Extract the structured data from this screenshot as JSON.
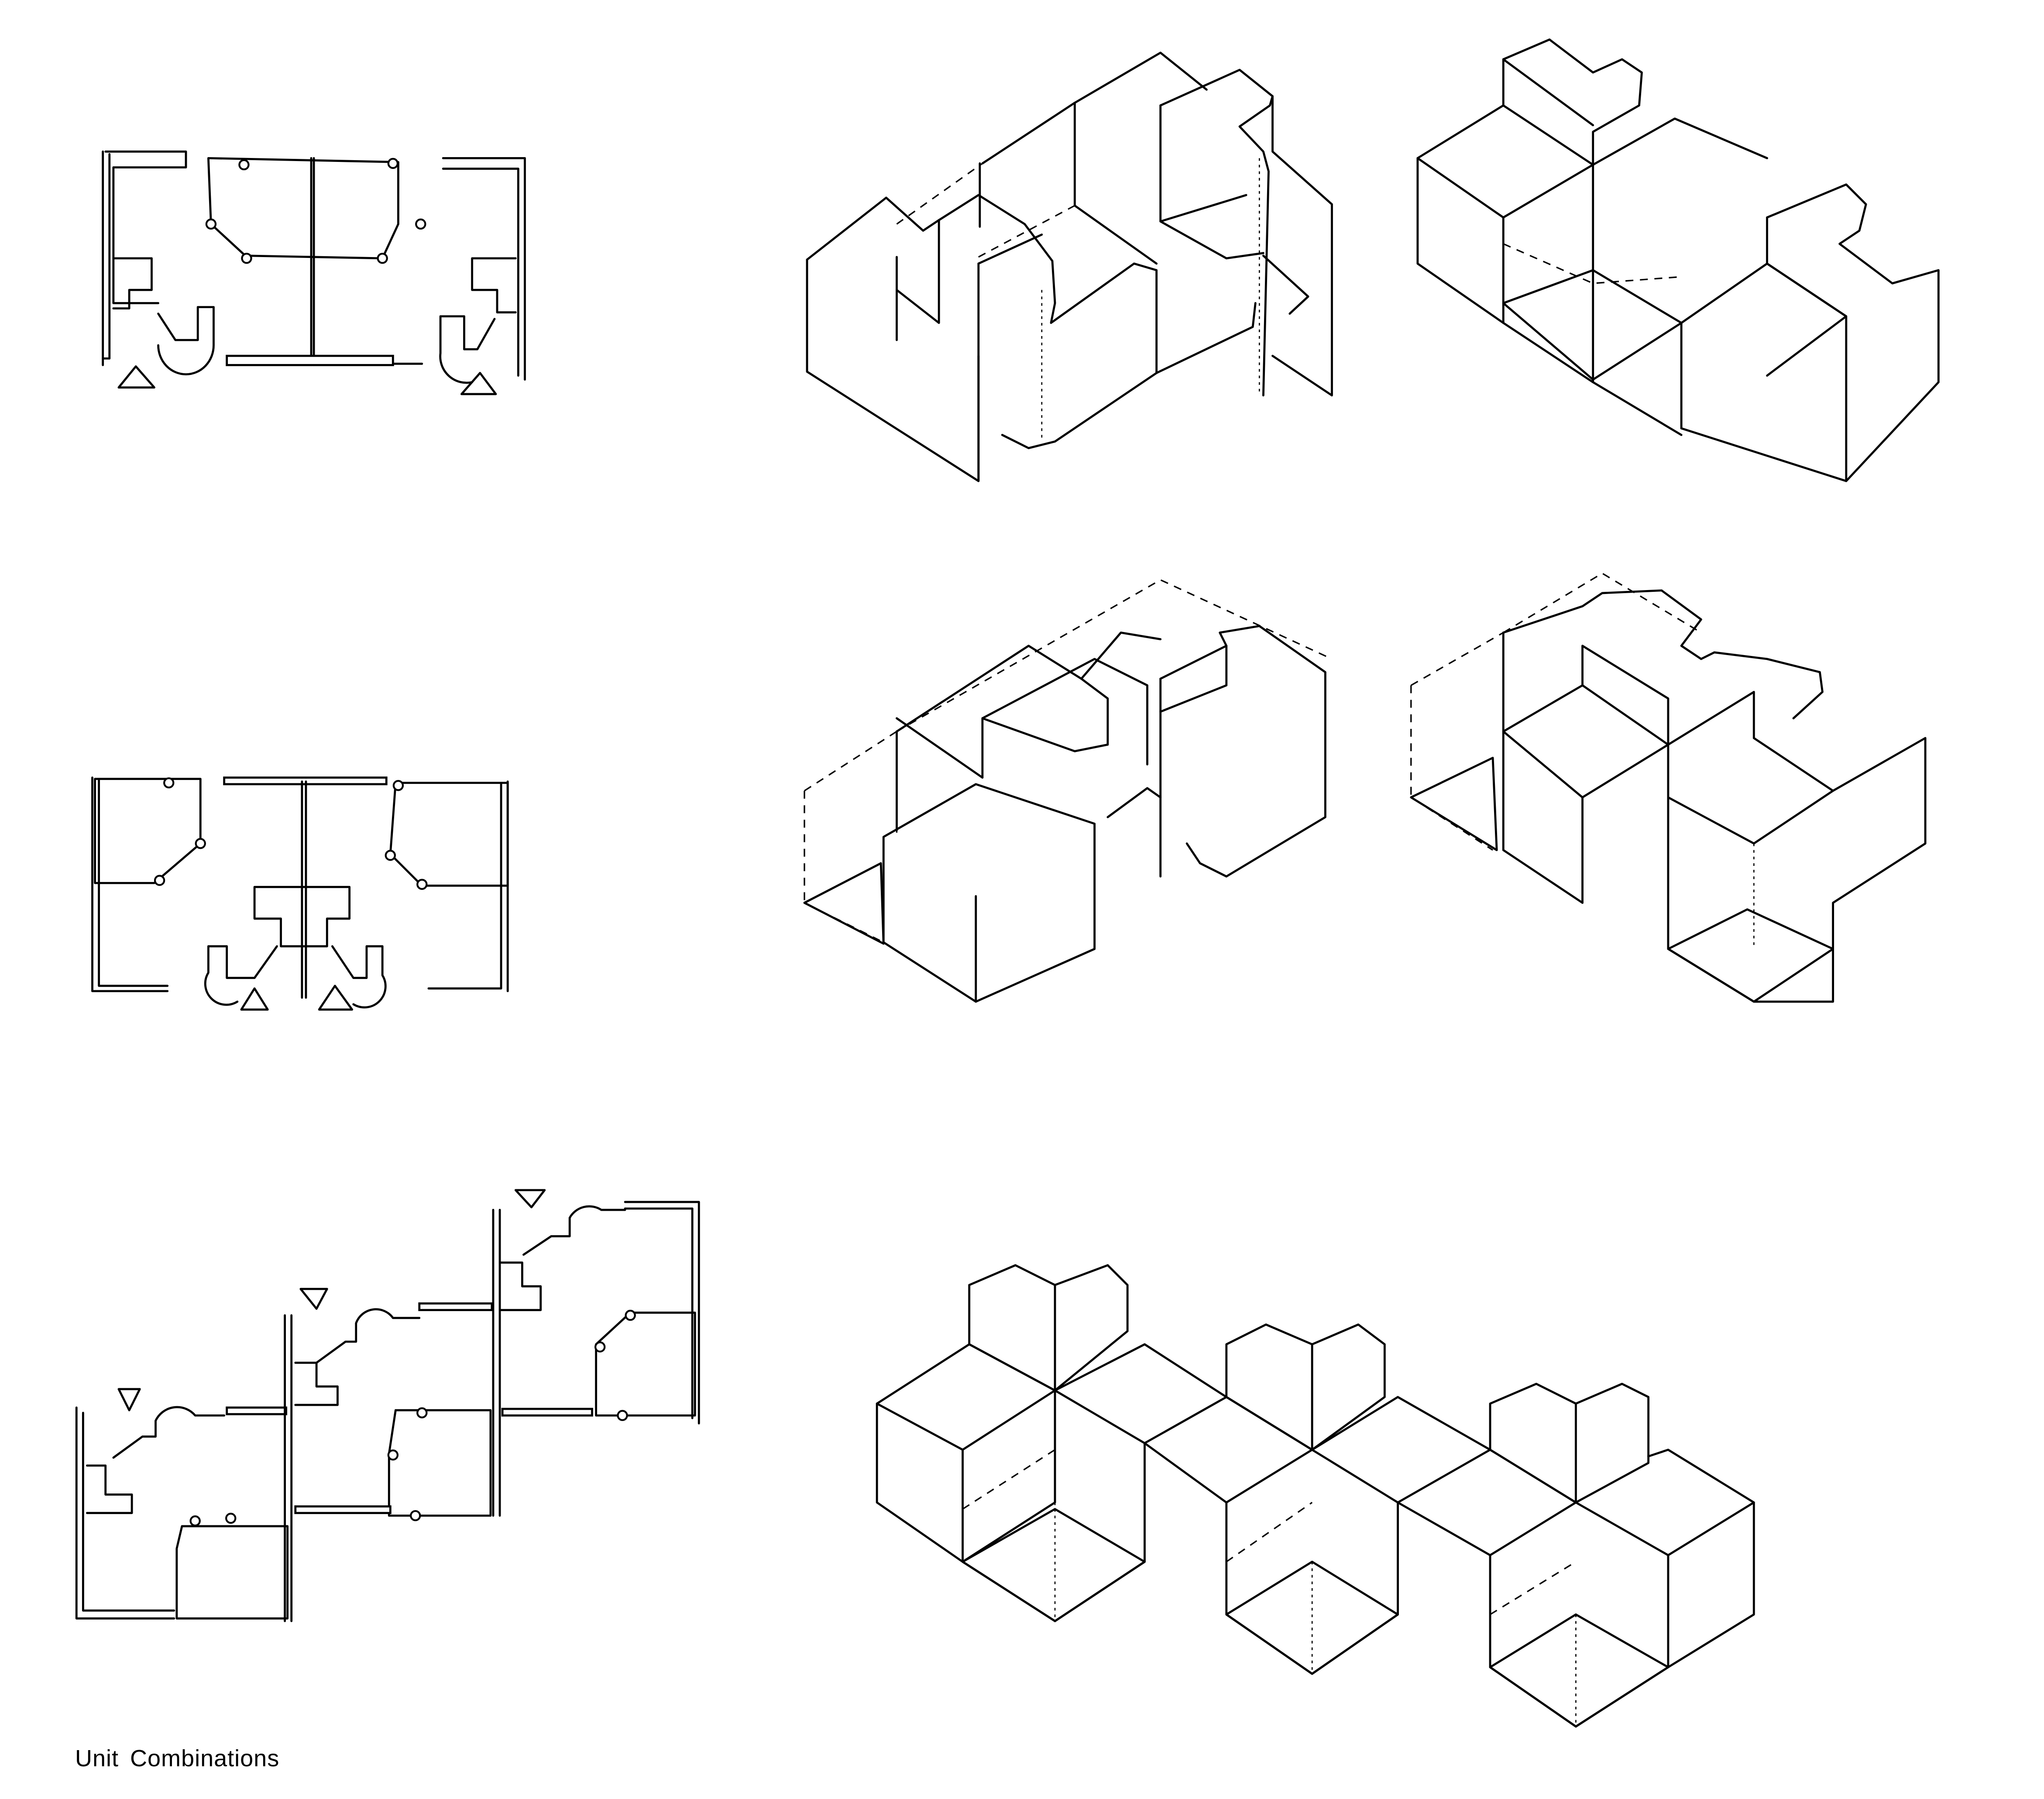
{
  "caption": "Unit Combinations",
  "drawing": {
    "style": "hand-drawn black line art on white",
    "ink_color": "#000000",
    "paper_color": "#ffffff",
    "rows": [
      {
        "plan": "paired units, mirrored, entries at bottom corners",
        "isometrics": [
          "unit pair with curved kitchen masses and wing walls",
          "unit pair with heart-shaped roof masses and grid courtyards"
        ]
      },
      {
        "plan": "paired units, mirrored, central T-shaped service core, entries at center bottom",
        "isometrics": [
          "stepped unit pair with courtyard grid and curved mass",
          "stepped block with two curved roof masses and grid courtyards"
        ]
      },
      {
        "plan": "three staggered units in diagonal row",
        "isometrics": [
          "three staggered units with heart-shaped roof masses and grid courtyards"
        ]
      }
    ]
  }
}
